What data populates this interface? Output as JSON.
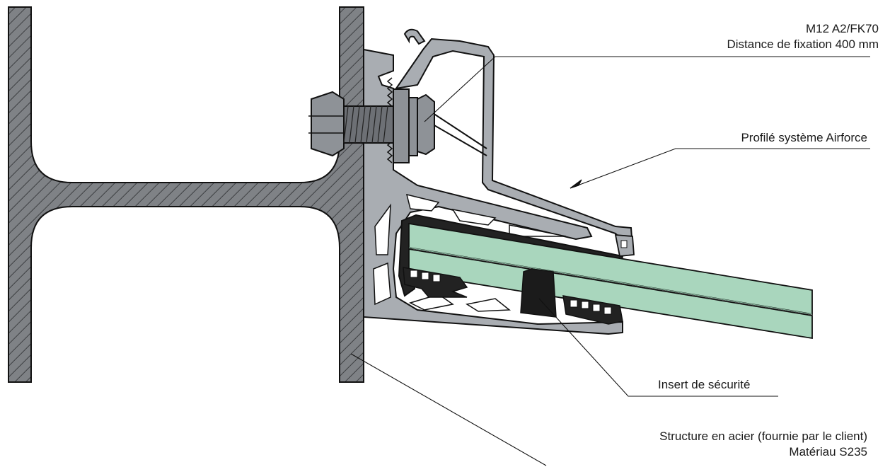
{
  "labels": {
    "bolt": {
      "line1": "M12 A2/FK70",
      "line2": "Distance de fixation 400 mm"
    },
    "profile": "Profilé système Airforce",
    "insert": "Insert de sécurité",
    "structure": {
      "line1": "Structure en acier (fournie par le client)",
      "line2": "Matériau S235"
    }
  },
  "colors": {
    "steel_fill": "#7f8286",
    "aluminium_fill": "#a9adb2",
    "glass_fill": "#a9d6bd",
    "gasket_fill": "#222222",
    "insert_fill": "#1b1b1b",
    "line": "#111111"
  }
}
